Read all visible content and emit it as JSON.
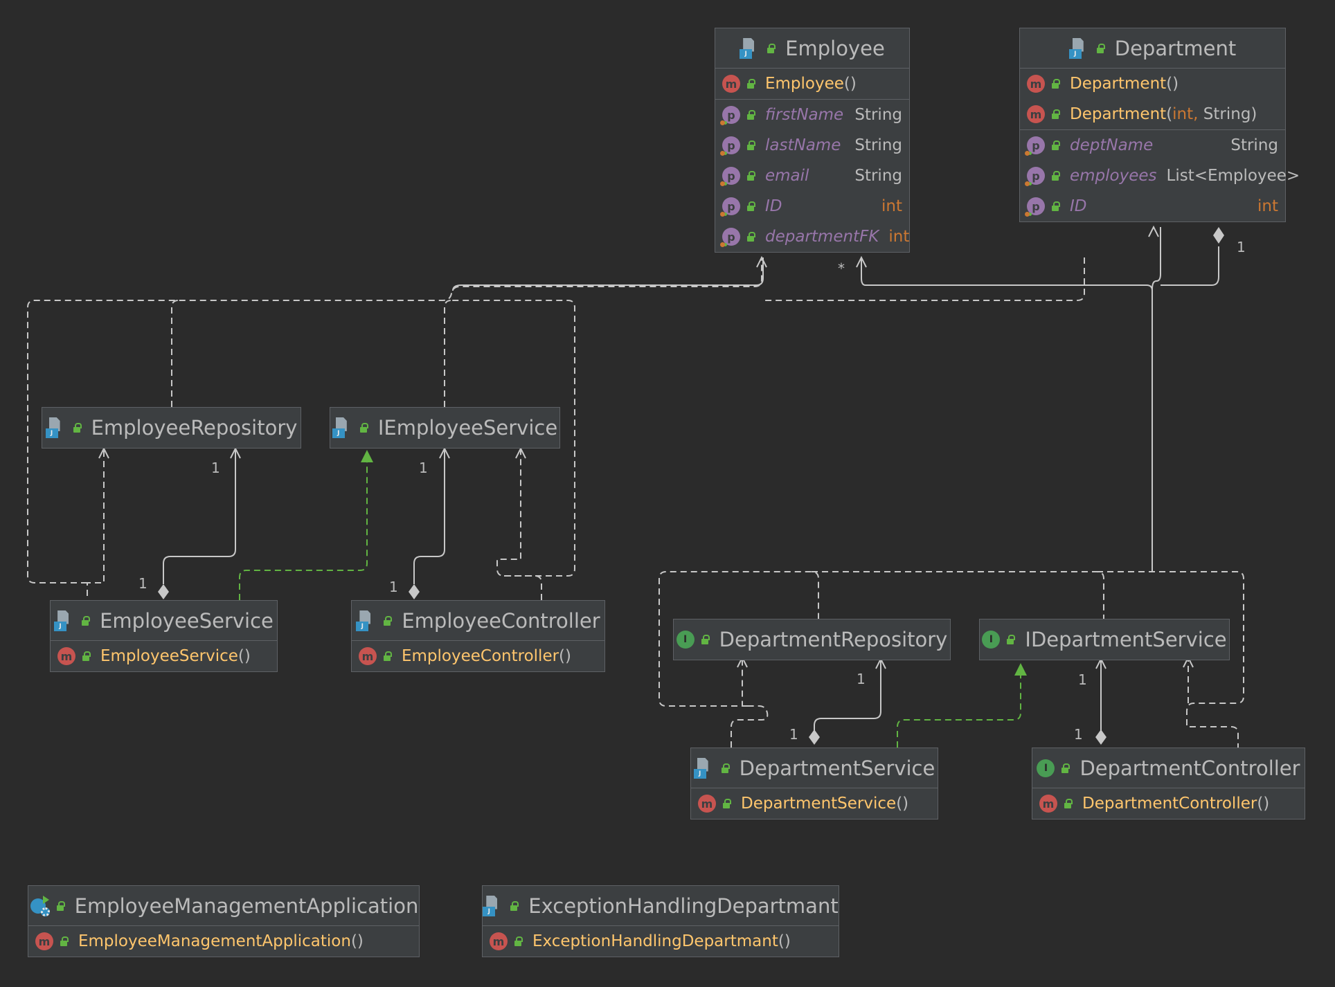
{
  "colors": {
    "background": "#2b2b2b",
    "node_fill": "#3c3f41",
    "node_border": "#5e6165",
    "edge": "#c8c8c8",
    "implements_edge": "#62b543",
    "method_name": "#ffc66d",
    "field_name": "#9876aa",
    "primitive_type": "#cc7832"
  },
  "nodes": {
    "employee": {
      "name": "Employee",
      "icon": "class-icon",
      "methods": [
        {
          "name": "Employee",
          "paren": "()"
        }
      ],
      "fields": [
        {
          "name": "firstName",
          "type": "String"
        },
        {
          "name": "lastName",
          "type": "String"
        },
        {
          "name": "email",
          "type": "String"
        },
        {
          "name": "ID",
          "type": "int"
        },
        {
          "name": "departmentFK",
          "type": "int"
        }
      ]
    },
    "department": {
      "name": "Department",
      "icon": "class-icon",
      "methods": [
        {
          "name": "Department",
          "paren": "()"
        },
        {
          "name": "Department",
          "paren_open": "(",
          "param1": "int,",
          "param2": " String)"
        }
      ],
      "fields": [
        {
          "name": "deptName",
          "type": "String"
        },
        {
          "name": "employees",
          "type": "List<Employee>"
        },
        {
          "name": "ID",
          "type": "int"
        }
      ]
    },
    "employee_repository": {
      "name": "EmployeeRepository",
      "icon": "class-icon"
    },
    "iemployee_service": {
      "name": "IEmployeeService",
      "icon": "class-icon"
    },
    "employee_service": {
      "name": "EmployeeService",
      "icon": "class-icon",
      "method": "EmployeeService",
      "paren": "()"
    },
    "employee_controller": {
      "name": "EmployeeController",
      "icon": "class-icon",
      "method": "EmployeeController",
      "paren": "()"
    },
    "department_repository": {
      "name": "DepartmentRepository",
      "icon": "interface-icon",
      "badge": "I"
    },
    "idepartment_service": {
      "name": "IDepartmentService",
      "icon": "interface-icon",
      "badge": "I"
    },
    "department_service": {
      "name": "DepartmentService",
      "icon": "class-icon",
      "method": "DepartmentService",
      "paren": "()"
    },
    "department_controller": {
      "name": "DepartmentController",
      "icon": "interface-icon",
      "badge": "I",
      "method": "DepartmentController",
      "paren": "()"
    },
    "employee_management_application": {
      "name": "EmployeeManagementApplication",
      "icon": "spring-app-icon",
      "method": "EmployeeManagementApplication",
      "paren": "()"
    },
    "exception_handling_departmant": {
      "name": "ExceptionHandlingDepartmant",
      "icon": "class-icon",
      "method": "ExceptionHandlingDepartmant",
      "paren": "()"
    }
  },
  "badges": {
    "method": "m",
    "property": "p"
  },
  "edge_labels": {
    "one": "1",
    "many": "*"
  }
}
